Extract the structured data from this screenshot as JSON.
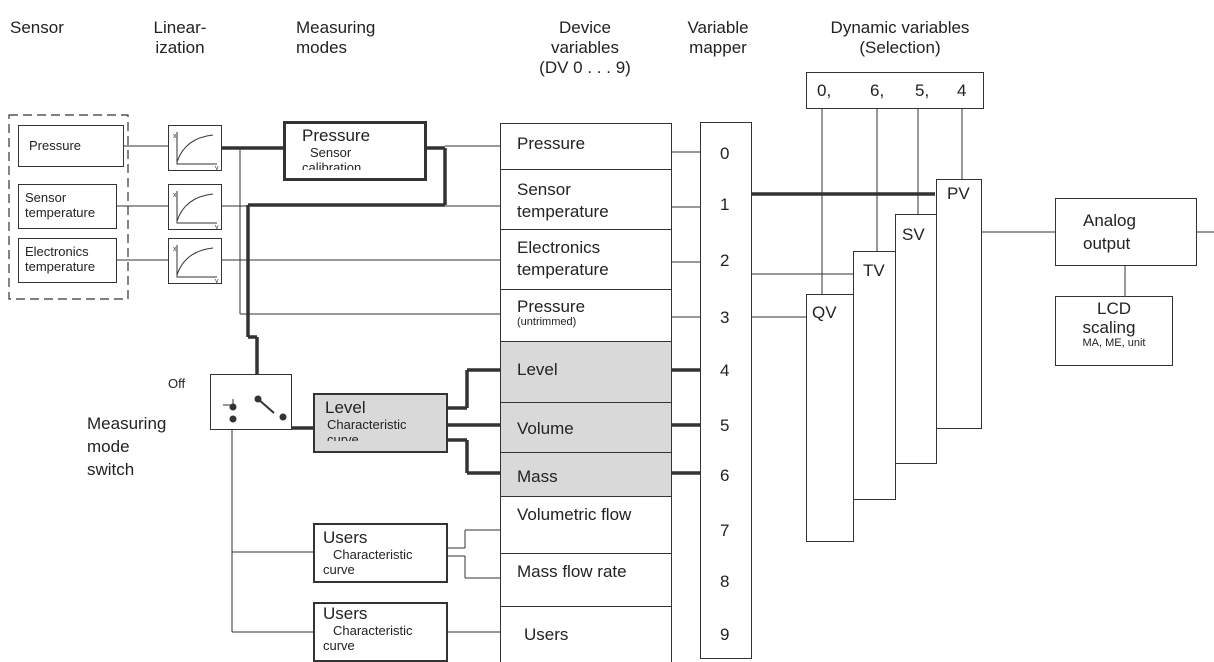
{
  "headers": {
    "sensor": "Sensor",
    "linearization_1": "Linear-",
    "linearization_2": "ization",
    "measuring_modes_1": "Measuring",
    "measuring_modes_2": "modes",
    "device_variables_1": "Device",
    "device_variables_2": "variables",
    "device_variables_3": "(DV 0 . . . 9)",
    "variable_mapper_1": "Variable",
    "variable_mapper_2": "mapper",
    "dynamic_variables_1": "Dynamic variables",
    "dynamic_variables_2": "(Selection)"
  },
  "sensors": {
    "pressure": "Pressure",
    "sensor_temperature_1": "Sensor",
    "sensor_temperature_2": "temperature",
    "electronics_temperature_1": "Electronics",
    "electronics_temperature_2": "temperature"
  },
  "linearization_axis": {
    "x": "x",
    "y": "y"
  },
  "modes": {
    "pressure_title": "Pressure",
    "pressure_sub_1": "Sensor",
    "pressure_sub_2": "calibration",
    "level_title": "Level",
    "level_sub_1": "Characteristic",
    "level_sub_2": "curve",
    "users1_title": "Users",
    "users1_sub_1": "Characteristic",
    "users1_sub_2": "curve",
    "users2_title": "Users",
    "users2_sub_1": "Characteristic",
    "users2_sub_2": "curve"
  },
  "switch": {
    "off": "Off",
    "label_1": "Measuring",
    "label_2": "mode",
    "label_3": "switch"
  },
  "device_variables": {
    "pressure": "Pressure",
    "sensor_temperature_1": "Sensor",
    "sensor_temperature_2": "temperature",
    "electronics_temperature_1": "Electronics",
    "electronics_temperature_2": "temperature",
    "pressure_untrimmed": "Pressure",
    "untrimmed": "(untrimmed)",
    "level": "Level",
    "volume": "Volume",
    "mass": "Mass",
    "volumetric_flow": "Volumetric flow",
    "mass_flow_rate": "Mass flow rate",
    "users": "Users"
  },
  "mapper_numbers": [
    "0",
    "1",
    "2",
    "3",
    "4",
    "5",
    "6",
    "7",
    "8",
    "9"
  ],
  "selection": {
    "n1": "0,",
    "n2": "6,",
    "n3": "5,",
    "n4": "4"
  },
  "dynamic": {
    "pv": "PV",
    "sv": "SV",
    "tv": "TV",
    "qv": "QV"
  },
  "analog_output": {
    "line_1": "Analog",
    "line_2": "output"
  },
  "lcd": {
    "line_1": "LCD",
    "line_2": "scaling",
    "line_3": "MA, ME, unit"
  },
  "colors": {
    "line": "#333333",
    "shaded": "#d9d9d9"
  }
}
